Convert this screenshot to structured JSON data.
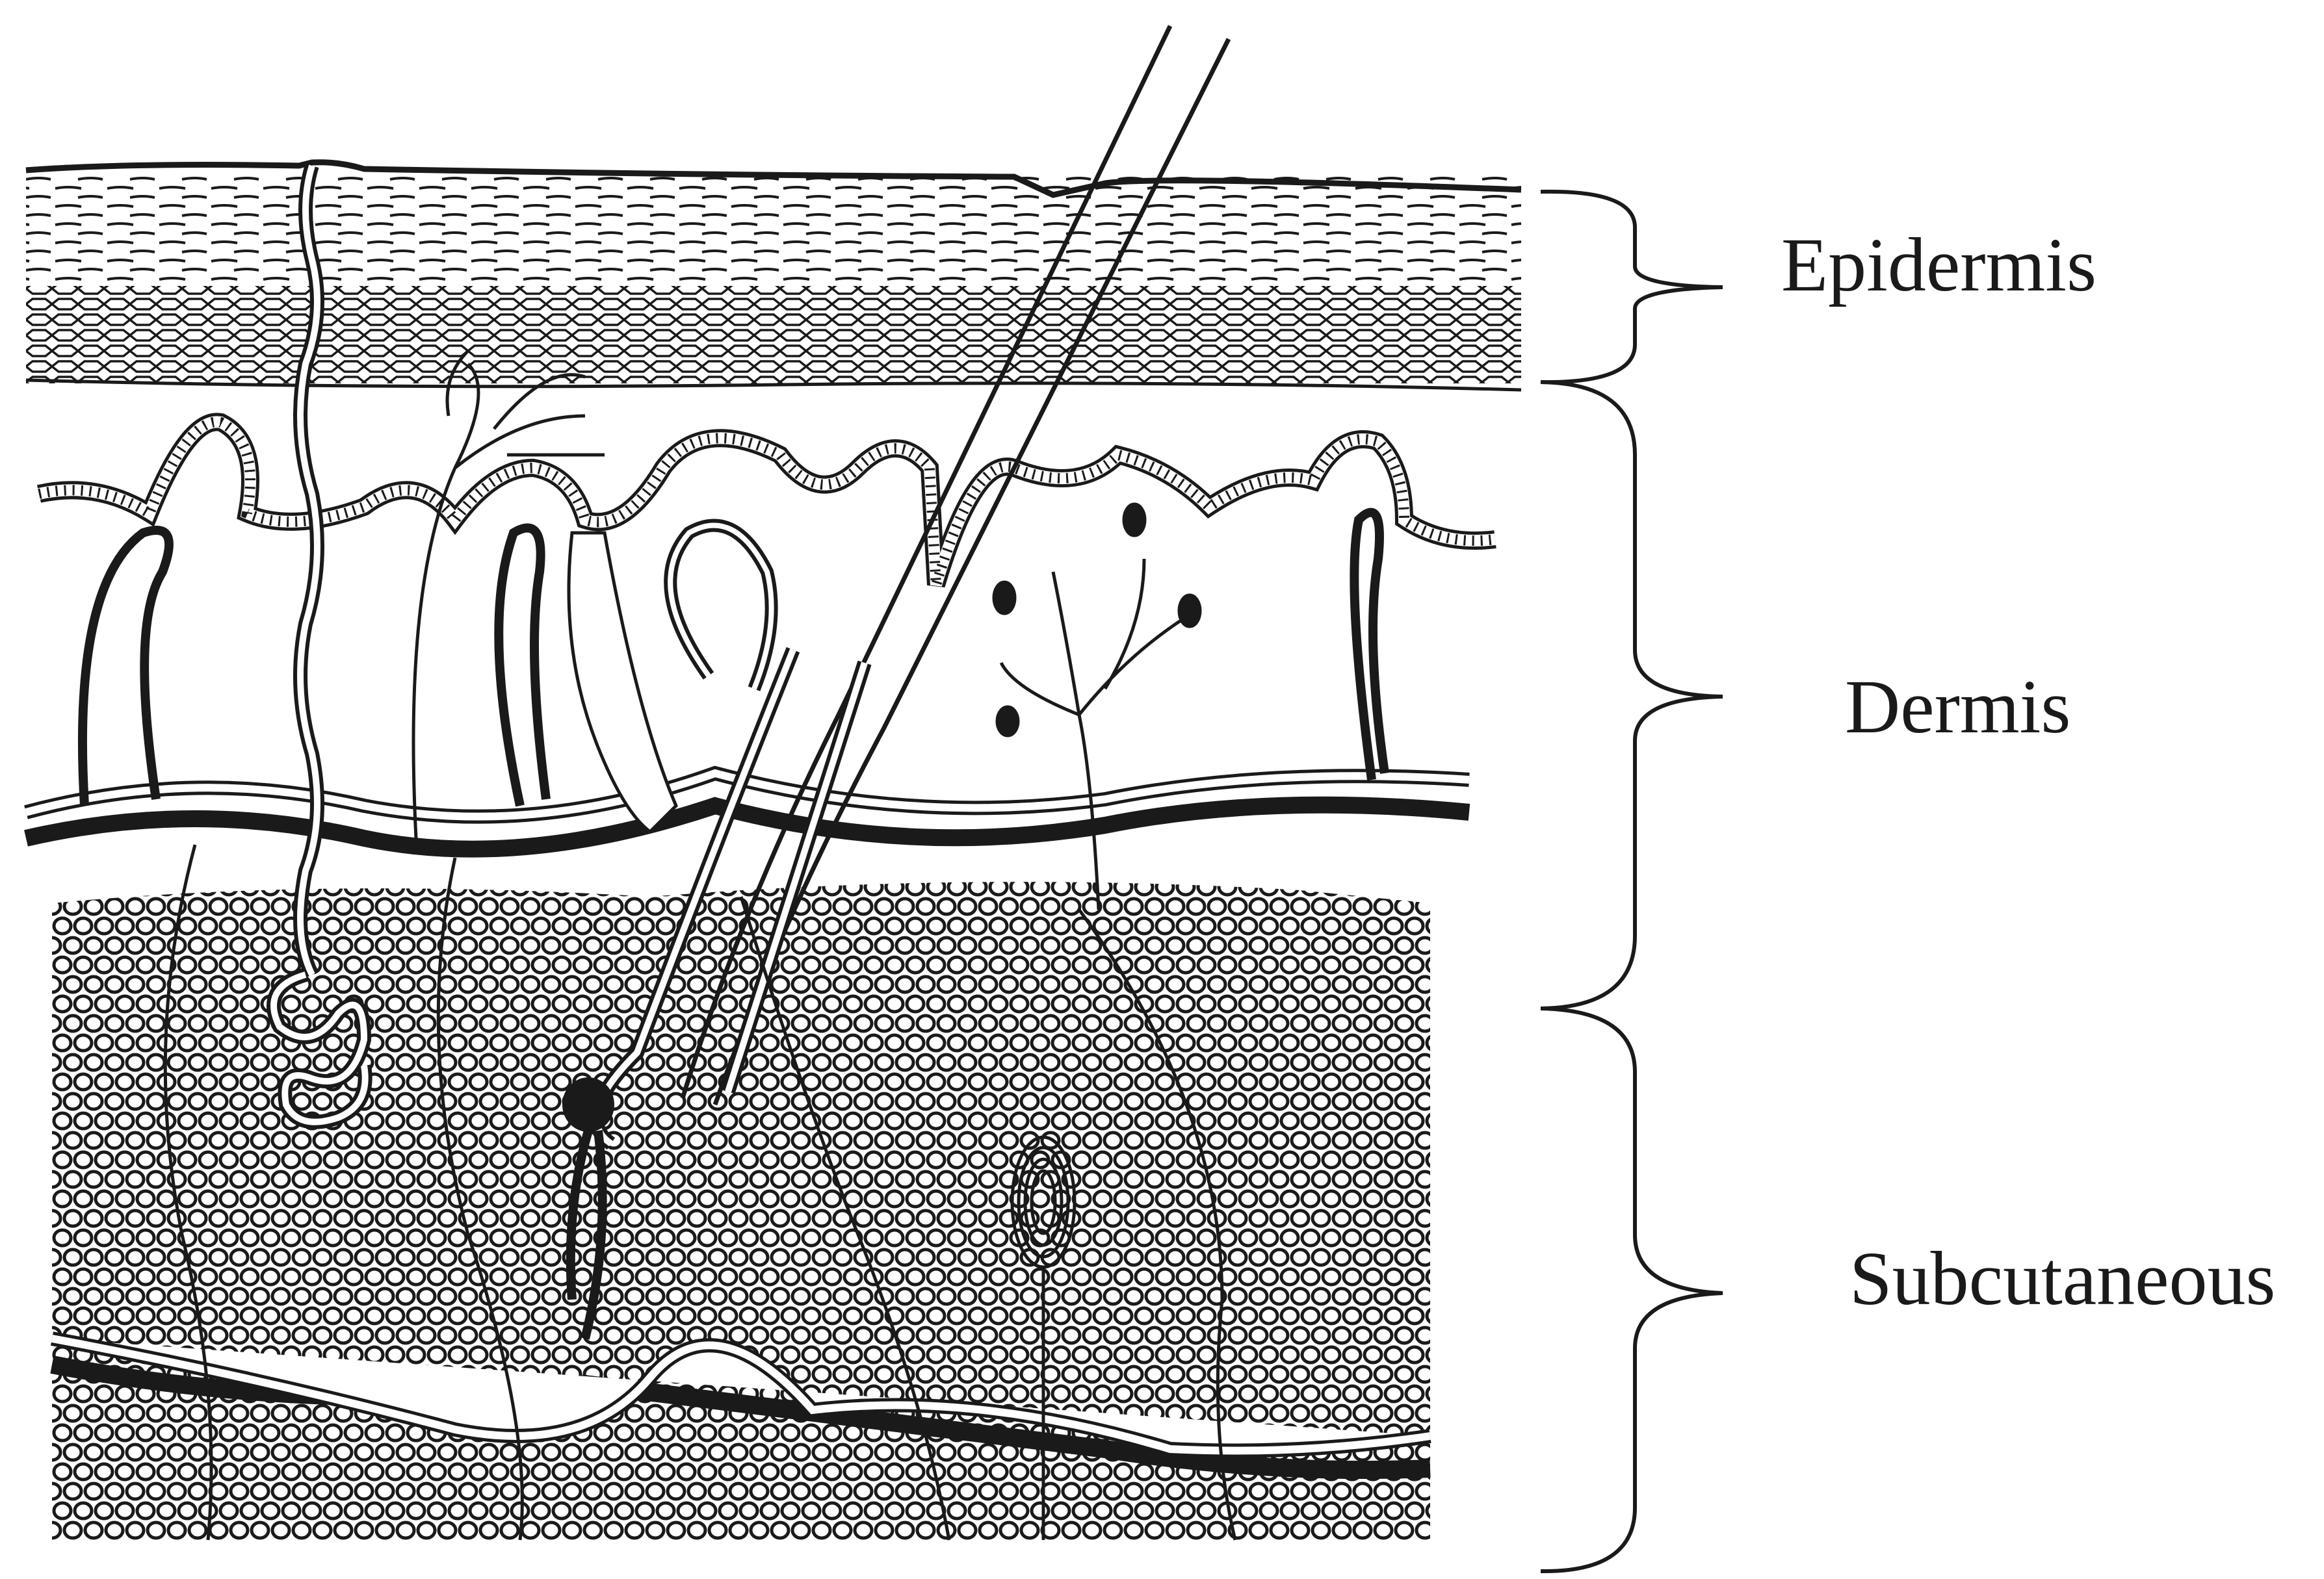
{
  "diagram": {
    "labels": {
      "epidermis": "Epidermis",
      "dermis": "Dermis",
      "subcutaneous": "Subcutaneous"
    },
    "colors": {
      "ink": "#1a1a1a",
      "background": "#ffffff"
    }
  }
}
